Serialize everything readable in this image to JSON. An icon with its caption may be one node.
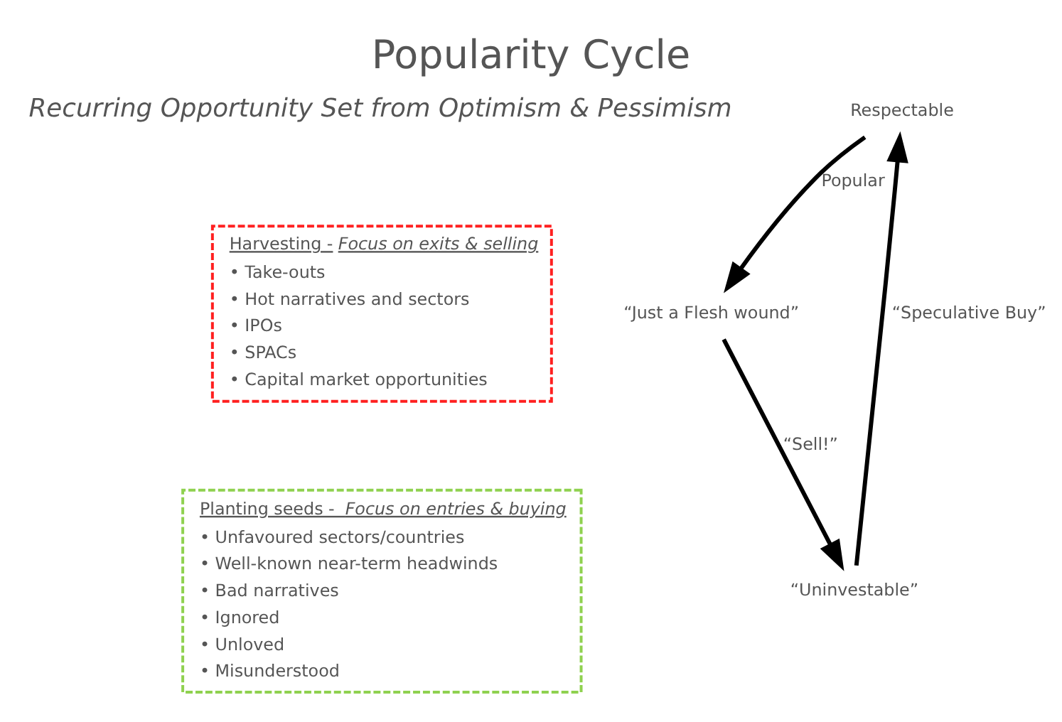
{
  "diagram": {
    "title": "Popularity Cycle",
    "nodes": [
      {
        "text": [
          "Harvesting - *Focus on exits & selling*",
          "• Take-outs",
          "• Hot narratives and sectors",
          "• IPOs",
          "• SPACs",
          "• Capital market opportunities"
        ]
      },
      {
        "text": [
          "Planting seeds -  *Focus on entries & buying*",
          "• Unfavoured sectors/countries",
          "• Well-known near-term headwinds",
          "• Bad narratives",
          "• Ignored",
          "• Unloved",
          "• Misunderstood"
        ]
      },
      {
        "text": [
          "Respectable"
        ]
      },
      {
        "text": [
          "“Just a Flesh wound”"
        ]
      },
      {
        "text": [
          "“Uninvestable”"
        ]
      }
    ],
    "edges": [
      {
        "from": 2,
        "to": 3,
        "arrow": "to",
        "label": "Popular"
      },
      {
        "from": 3,
        "to": 4,
        "arrow": "to",
        "label": "“Sell!”"
      },
      {
        "from": 4,
        "to": 2,
        "arrow": "to",
        "label": "“Speculative Buy”"
      }
    ],
    "labels": [
      "Recurring Opportunity Set from Optimism & Pessimism"
    ]
  }
}
